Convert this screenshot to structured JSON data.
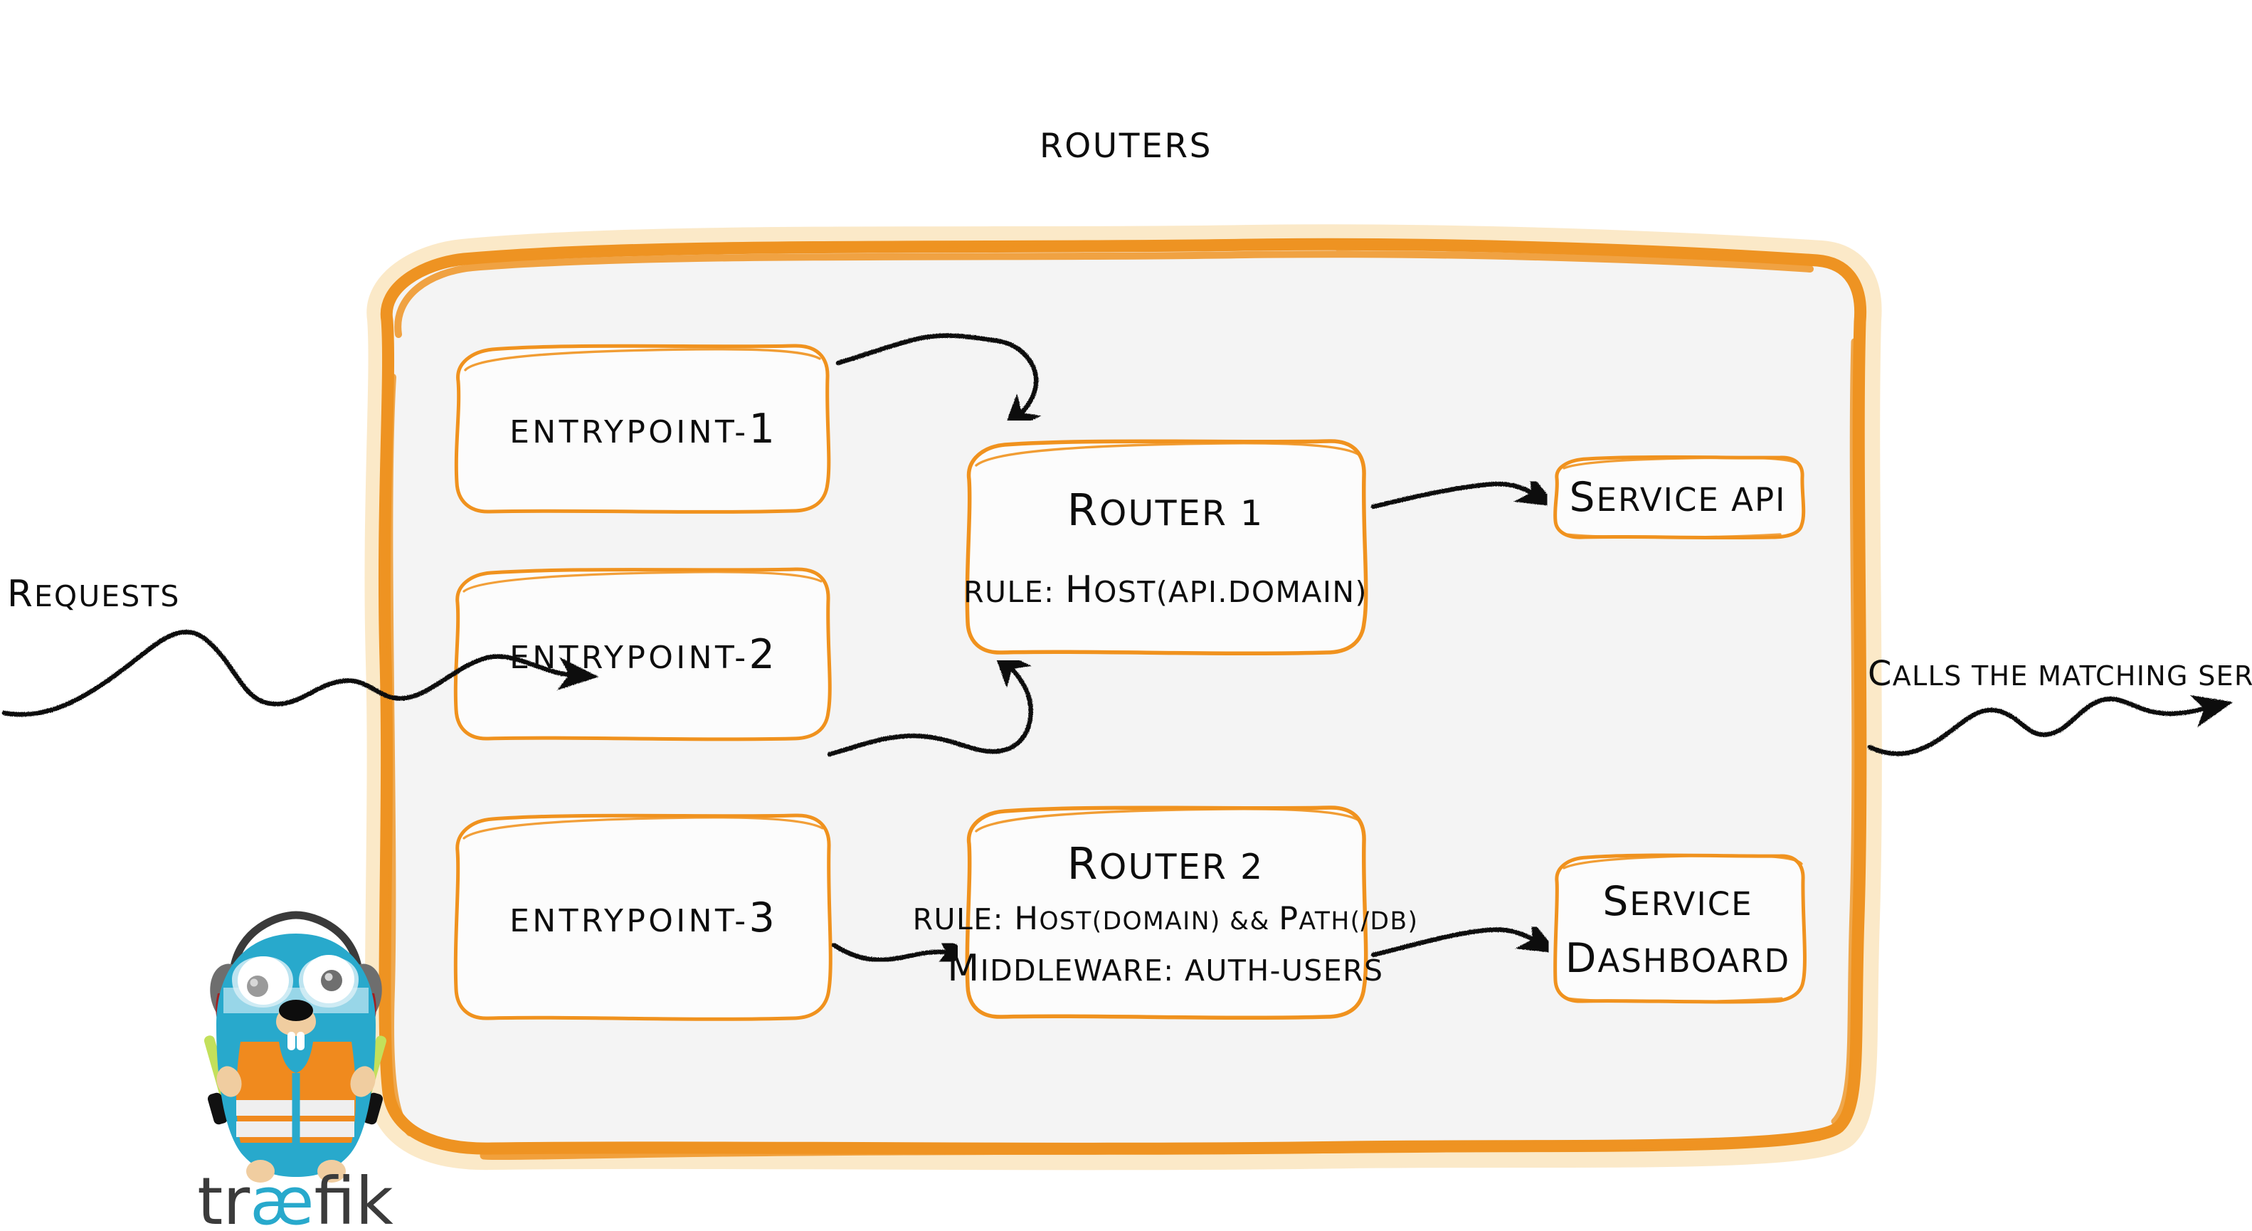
{
  "diagram": {
    "title": "Routers",
    "container_label": "Routers",
    "colors": {
      "brand_orange": "#EE9322",
      "box_orange": "#F0921E",
      "container_fill": "#F4F4F4",
      "box_fill": "#FCFCFC",
      "ink": "#0D0D0D",
      "gopher_cyan": "#28A9CC",
      "gopher_vest": "#F08A1E",
      "logo_dark": "#3B3B3B",
      "logo_cyan": "#28A9CC",
      "wand_green": "#C3E05B",
      "headphone_grey": "#6E6E6E",
      "headphone_red": "#A32020"
    }
  },
  "side_labels": {
    "left": {
      "text": "Requests",
      "cap": "R",
      "rest": "equests"
    },
    "right": {
      "text": "Calls the matching server",
      "cap": "C",
      "rest": "alls the matching server"
    }
  },
  "entrypoints": [
    {
      "name": "entrypoint-1",
      "prefix": "entrypoint-",
      "number": "1"
    },
    {
      "name": "entrypoint-2",
      "prefix": "entrypoint-",
      "number": "2"
    },
    {
      "name": "entrypoint-3",
      "prefix": "entrypoint-",
      "number": "3"
    }
  ],
  "routers": [
    {
      "id": "router-1",
      "title": "Router 1",
      "title_cap": "R",
      "title_rest": "outer 1",
      "lines": [
        {
          "key": "rule",
          "label_cap": "r",
          "label_rest": "ule:",
          "value_cap": "H",
          "value_rest": "ost(api.domain)",
          "text": "rule: Host(api.domain)"
        }
      ]
    },
    {
      "id": "router-2",
      "title": "Router 2",
      "title_cap": "R",
      "title_rest": "outer 2",
      "lines": [
        {
          "key": "rule",
          "label_cap": "R",
          "label_rest": "ule:",
          "value_cap": "H",
          "value_rest": "ost(domain) && ",
          "value2_cap": "P",
          "value2_rest": "ath(/db)",
          "text": "rule: Host(domain) && Path(/db)"
        },
        {
          "key": "middleware",
          "label_cap": "M",
          "label_rest": "iddleware:",
          "value_cap": "",
          "value_rest": " auth-users",
          "text": "Middleware: auth-users"
        }
      ]
    }
  ],
  "services": [
    {
      "id": "service-api",
      "lines": [
        {
          "cap": "S",
          "rest": "ervice API"
        }
      ],
      "text": "Service API"
    },
    {
      "id": "service-dashboard",
      "lines": [
        {
          "cap": "S",
          "rest": "ervice"
        },
        {
          "cap": "D",
          "rest": "ashboard"
        }
      ],
      "text": "Service Dashboard"
    }
  ],
  "logo": {
    "wordmark_pre": "tr",
    "wordmark_ae": "æ",
    "wordmark_post": "fik",
    "wordmark": "træfik"
  }
}
